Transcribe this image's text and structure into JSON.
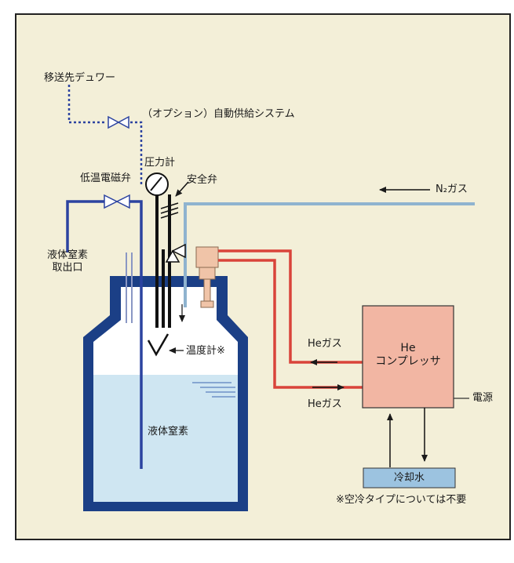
{
  "labels": {
    "transfer_dewar": "移送先デュワー",
    "optional_auto_supply": "（オプション）自動供給システム",
    "low_temp_solenoid_valve": "低温電磁弁",
    "pressure_gauge": "圧力計",
    "safety_valve": "安全弁",
    "n2_gas": "N₂ガス",
    "ln2_outlet_line1": "液体窒素",
    "ln2_outlet_line2": "取出口",
    "thermometer": "温度計※",
    "he_gas_top": "Heガス",
    "he_gas_bottom": "Heガス",
    "compressor_line1": "He",
    "compressor_line2": "コンプレッサ",
    "power_supply": "電源",
    "liquid_nitrogen": "液体窒素",
    "cooling_water": "冷却水",
    "air_cooled_note": "※空冷タイプについては不要"
  },
  "colors": {
    "background": "#f3efd8",
    "border": "#222222",
    "vessel_outer": "#1b3f86",
    "vessel_inner_bg": "#ffffff",
    "liquid": "#cfe6f2",
    "he_line": "#d9443a",
    "n2_line": "#8fb3cf",
    "transfer_line": "#2c43a0",
    "compressor_fill": "#f2b6a3",
    "cooling_water_fill": "#9cc3e0",
    "coldhead_fill": "#f0c4a8"
  }
}
